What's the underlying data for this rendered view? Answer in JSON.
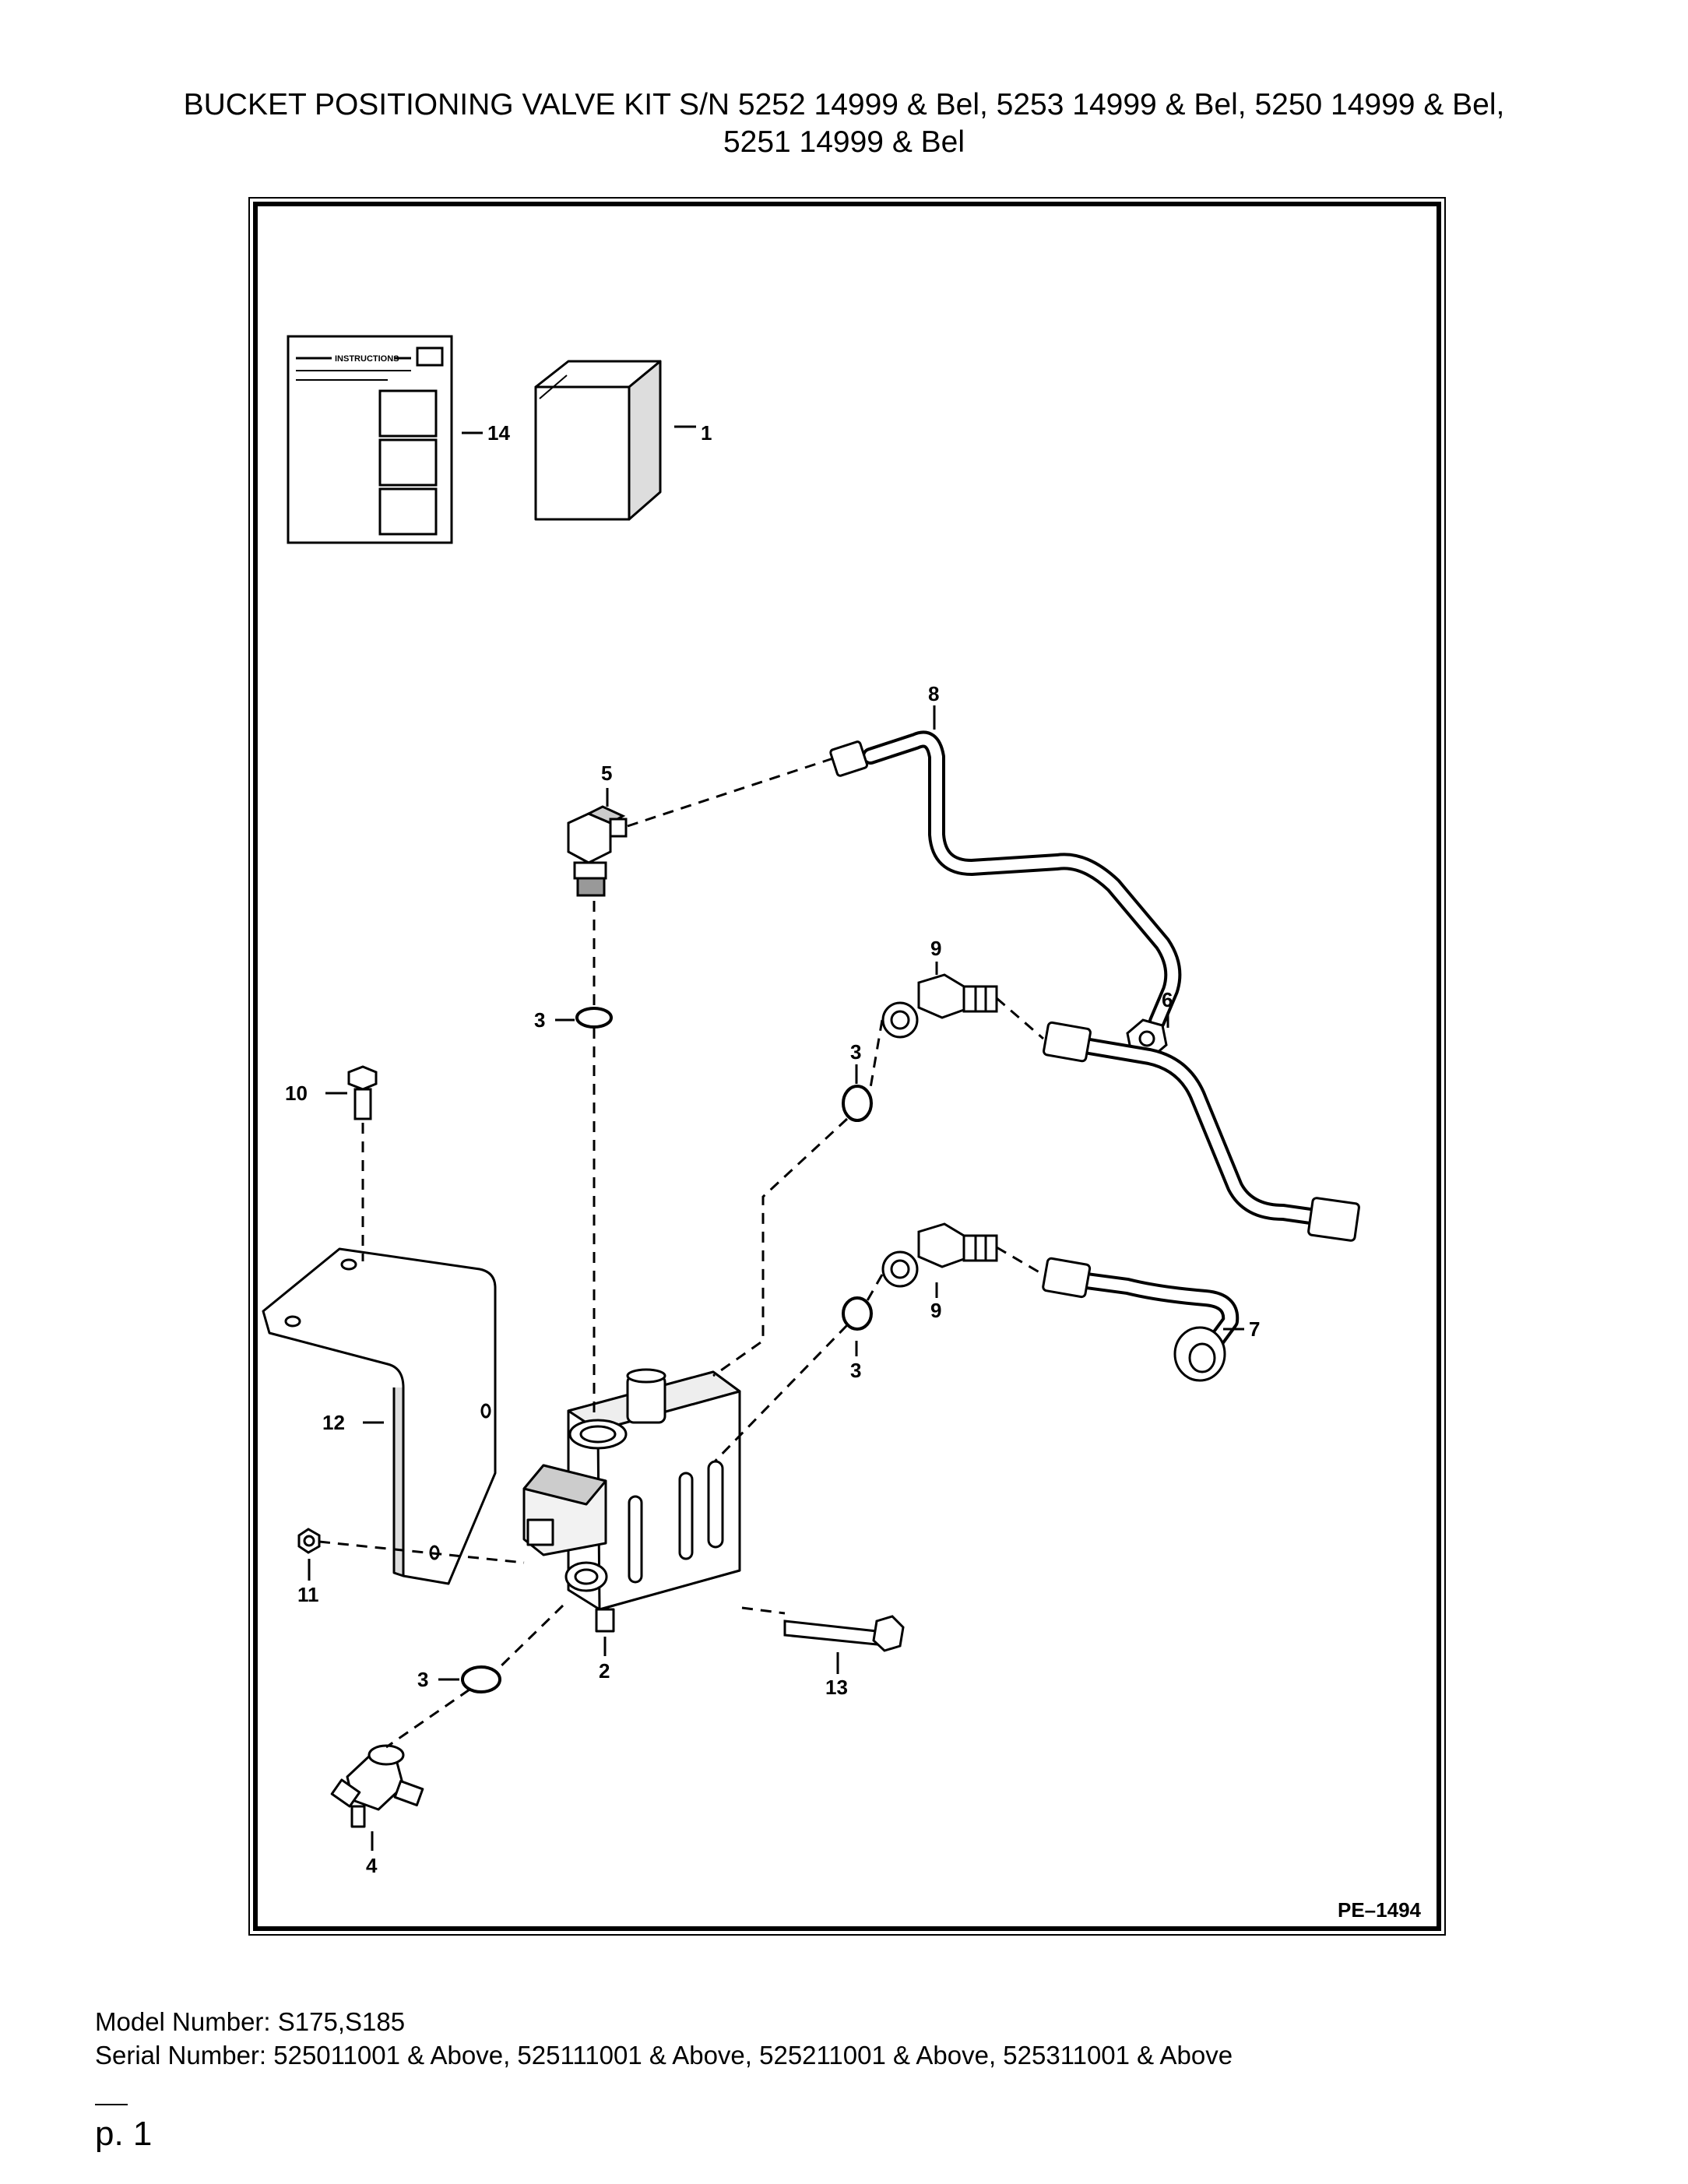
{
  "header": {
    "title_line1": "BUCKET POSITIONING VALVE KIT S/N 5252 14999 & Bel, 5253 14999 & Bel, 5250 14999 & Bel,",
    "title_line2": "5251 14999 & Bel"
  },
  "diagram": {
    "instruction_sheet_heading": "INSTRUCTIONS",
    "part_callouts": [
      "1",
      "2",
      "3",
      "3",
      "3",
      "3",
      "4",
      "5",
      "6",
      "7",
      "8",
      "9",
      "9",
      "10",
      "11",
      "12",
      "13",
      "14"
    ],
    "drawing_number": "PE–1494"
  },
  "footer": {
    "model_line": "Model Number: S175,S185",
    "serial_line": "Serial Number: 525011001 & Above, 525111001 & Above, 525211001 & Above, 525311001 & Above",
    "page_label": "p. 1"
  }
}
